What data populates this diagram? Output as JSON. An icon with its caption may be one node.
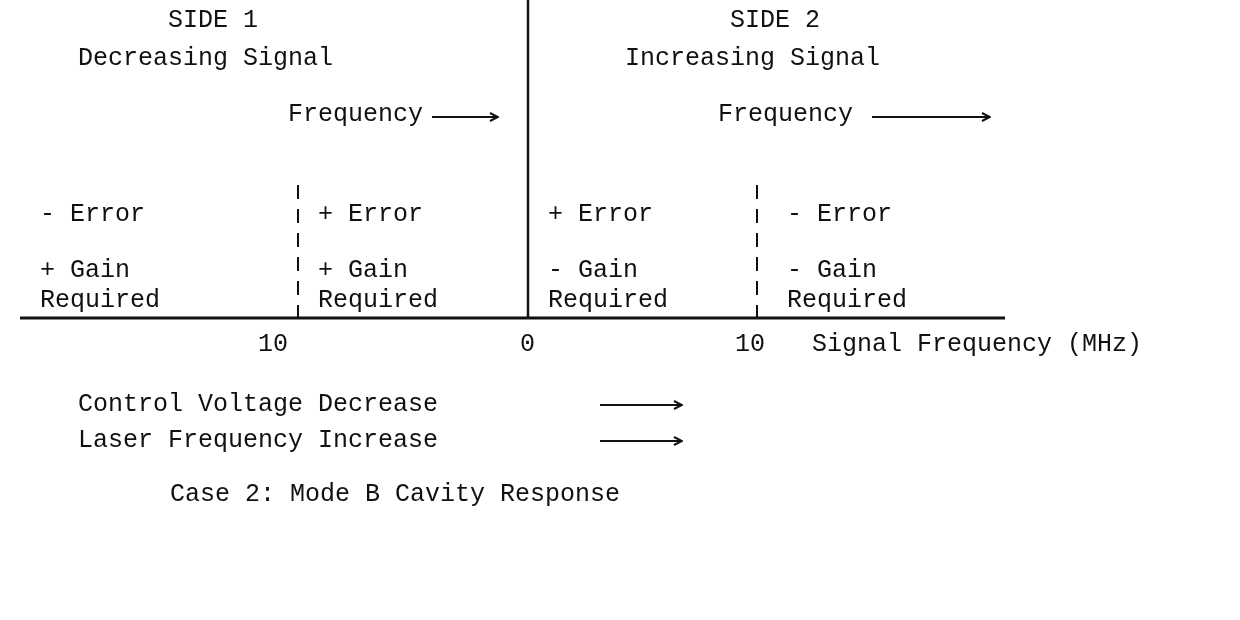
{
  "diagram": {
    "caption": "Case 2: Mode B Cavity Response",
    "labels": [
      "SIDE 1",
      "SIDE 2",
      "Decreasing Signal",
      "Increasing Signal",
      "Frequency",
      "Frequency",
      "- Error",
      "+ Error",
      "+ Error",
      "- Error",
      "+ Gain Required",
      "+ Gain Required",
      "- Gain Required",
      "- Gain Required",
      "10",
      "0",
      "10",
      "Signal Frequency (MHz)",
      "Control Voltage Decrease",
      "Laser Frequency Increase"
    ]
  }
}
